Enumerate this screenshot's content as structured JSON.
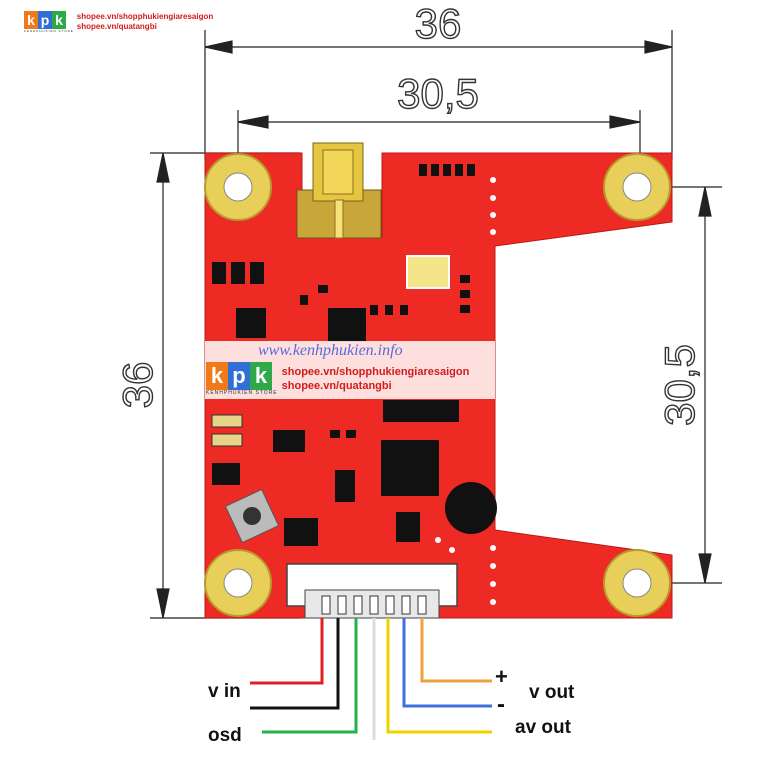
{
  "watermark_top": {
    "logo_letters": [
      "k",
      "p",
      "k"
    ],
    "store_text": "KENHPHUKIEN STORE",
    "link1": "shopee.vn/shopphukiengiaresaigon",
    "link2": "shopee.vn/quatangbi"
  },
  "watermark_center": {
    "site": "www.kenhphukien.info",
    "logo_letters": [
      "k",
      "p",
      "k"
    ],
    "store_text": "KENHPHUKIEN STORE",
    "link1": "shopee.vn/shopphukiengiaresaigon",
    "link2": "shopee.vn/quatangbi"
  },
  "dimensions": {
    "overall_width": "36",
    "hole_spacing_width": "30,5",
    "overall_height": "36",
    "hole_spacing_height": "30,5"
  },
  "wire_labels": {
    "v_in": "v in",
    "osd": "osd",
    "plus": "+",
    "minus": "-",
    "v_out": "v out",
    "av_out": "av out"
  },
  "colors": {
    "pcb": "#ee2a24",
    "pad": "#e8cf5a",
    "wire_red": "#e02020",
    "wire_black": "#111111",
    "wire_green": "#22b04a",
    "wire_white": "#dddddd",
    "wire_yellow": "#f0d000",
    "wire_blue": "#3f6fe0",
    "wire_orange": "#f0a040"
  }
}
